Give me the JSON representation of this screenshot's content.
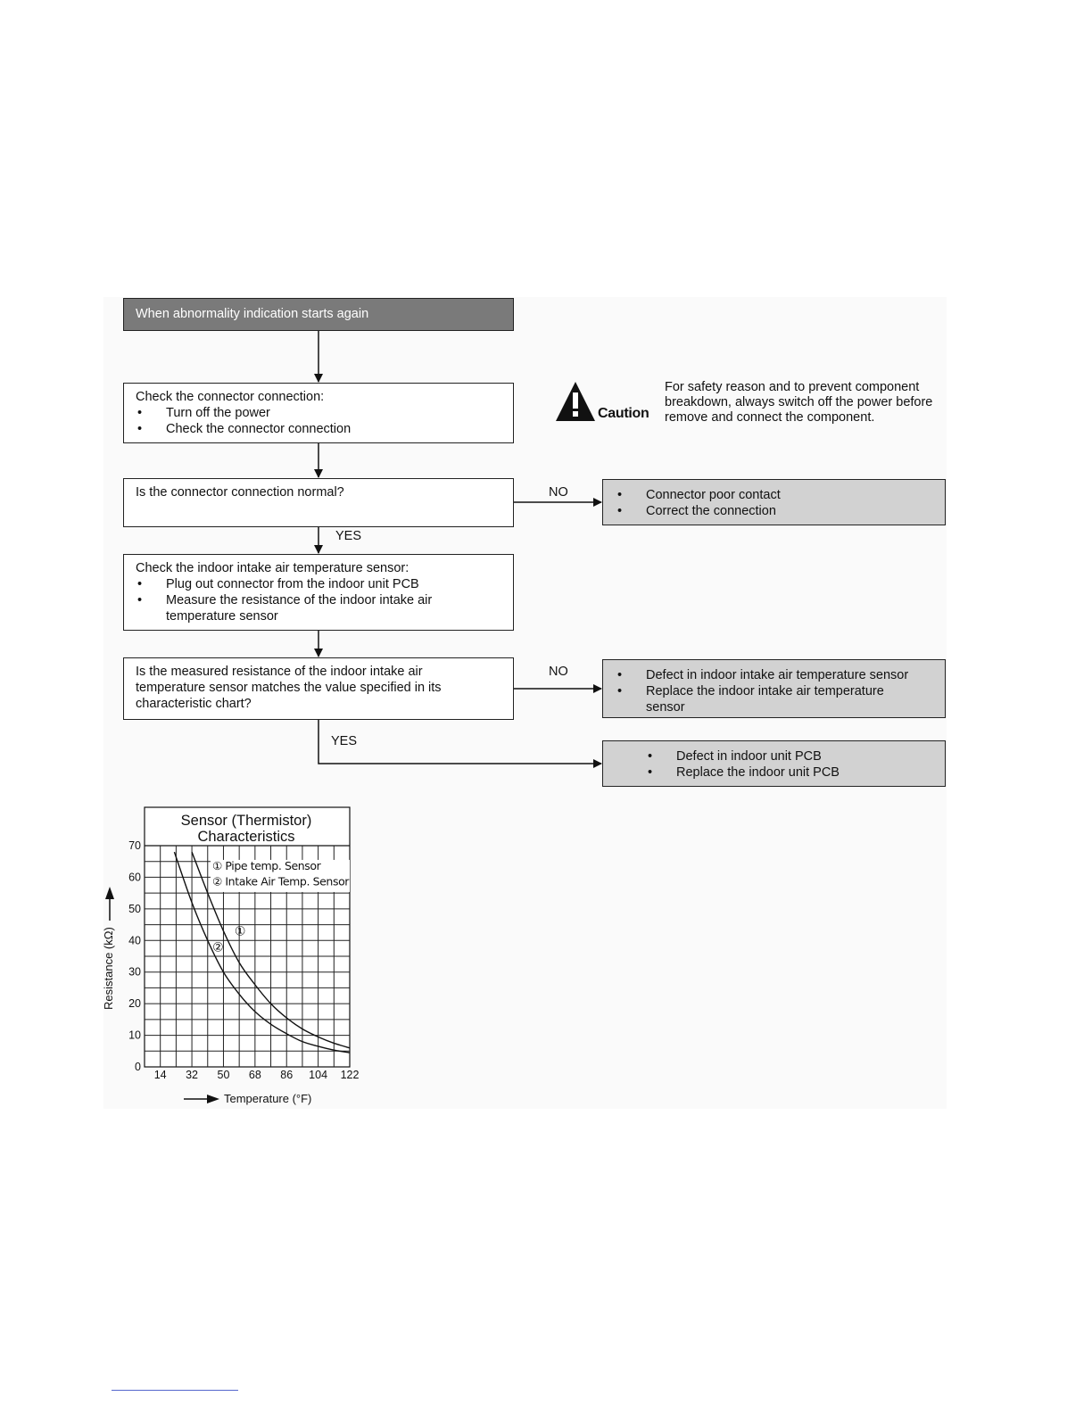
{
  "flow": {
    "start": "When abnormality indication starts again",
    "step1": {
      "title": "Check the connector connection:",
      "items": [
        "Turn off the power",
        "Check the connector connection"
      ]
    },
    "question1": "Is the connector connection normal?",
    "no1_label": "NO",
    "result1": {
      "items": [
        "Connector poor contact",
        "Correct the connection"
      ]
    },
    "yes1_label": "YES",
    "step2": {
      "title": "Check the indoor intake air temperature sensor:",
      "items": [
        "Plug out connector from the indoor unit PCB",
        "Measure the resistance of the indoor intake air temperature sensor"
      ]
    },
    "question2": "Is the measured resistance of the indoor intake air temperature sensor matches the value specified in its characteristic chart?",
    "no2_label": "NO",
    "result2": {
      "items": [
        "Defect in indoor intake air temperature sensor",
        "Replace the indoor intake air temperature sensor"
      ]
    },
    "yes2_label": "YES",
    "result3": {
      "items": [
        "Defect in indoor unit PCB",
        "Replace the indoor unit PCB"
      ]
    }
  },
  "caution": {
    "word": "Caution",
    "text": "For safety reason and to prevent component breakdown, always switch off the power before remove and connect the component.",
    "icon": "warning-triangle-icon"
  },
  "chart_data": {
    "type": "line",
    "title": "Sensor (Thermistor) Characteristics",
    "xlabel": "Temperature (°F)",
    "ylabel": "Resistance (kΩ)",
    "x_ticks": [
      "14",
      "32",
      "50",
      "68",
      "86",
      "104",
      "122"
    ],
    "y_ticks": [
      "0",
      "10",
      "20",
      "30",
      "40",
      "50",
      "60",
      "70"
    ],
    "xlim": [
      5,
      122
    ],
    "ylim": [
      0,
      70
    ],
    "grid": true,
    "legend": [
      "① Pipe temp. Sensor",
      "② Intake Air Temp. Sensor"
    ],
    "series": [
      {
        "name": "① Pipe temp. Sensor",
        "marker_label": "①",
        "x": [
          32,
          41,
          50,
          59,
          68,
          77,
          86,
          95,
          104,
          113,
          122
        ],
        "y": [
          68,
          55,
          43,
          33,
          26,
          20,
          15.5,
          12,
          9.5,
          7.5,
          6
        ]
      },
      {
        "name": "② Intake Air Temp. Sensor",
        "marker_label": "②",
        "x": [
          22,
          32,
          41,
          50,
          59,
          68,
          77,
          86,
          95,
          104,
          113,
          122
        ],
        "y": [
          68,
          52,
          40,
          30,
          23,
          17.5,
          13.5,
          10.5,
          8,
          6.5,
          5.3,
          4.5
        ]
      }
    ]
  }
}
